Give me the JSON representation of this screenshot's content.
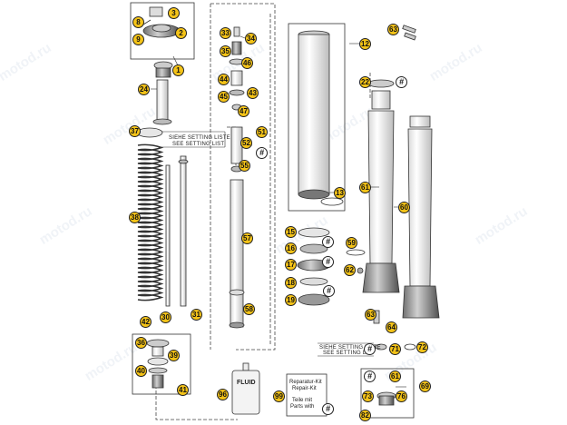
{
  "watermark": "motod.ru",
  "setting_list": {
    "de": "SIEHE SETTING LISTE",
    "en": "SEE SETTING LIST"
  },
  "fluid_label": "FLUID",
  "repair_kit": {
    "de": "Reparatur-Kit",
    "en": "Repair-Kit",
    "line3": "Teile mit",
    "line4": "Parts with"
  },
  "hash_symbol": "#",
  "callouts": [
    "1",
    "2",
    "3",
    "8",
    "9",
    "12",
    "13",
    "15",
    "16",
    "17",
    "18",
    "19",
    "24",
    "30",
    "31",
    "33",
    "34",
    "35",
    "36",
    "37",
    "38",
    "39",
    "40",
    "41",
    "42",
    "43",
    "44",
    "45",
    "46",
    "47",
    "51",
    "52",
    "55",
    "57",
    "58",
    "59",
    "60",
    "61",
    "62",
    "63",
    "64",
    "69",
    "71",
    "72",
    "73",
    "76",
    "82",
    "96",
    "99"
  ]
}
